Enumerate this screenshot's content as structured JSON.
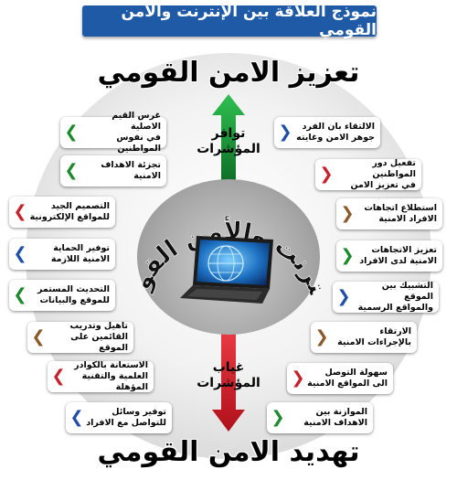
{
  "title": "نموذج العلاقة بين الإنترنت والأمن القومي",
  "top_heading": "تعزيز الامن القومي",
  "bottom_heading": "تهديد الامن القومي",
  "center_title": "الإنترنت والأمن القومي",
  "top_label": {
    "line1": "توافر",
    "line2": "المؤشرات"
  },
  "bottom_label": {
    "line1": "غياب",
    "line2": "المؤشرات"
  },
  "left_items": [
    {
      "line1": "غرس القيم الاصلية",
      "line2": "في نفوس المواطنين",
      "color": "#1a8a2a"
    },
    {
      "line1": "تجزئة الاهداف الامنية",
      "line2": "",
      "color": "#1a8a2a"
    },
    {
      "line1": "التصميم الجيد",
      "line2": "للمواقع الإلكترونية",
      "color": "#c8202a"
    },
    {
      "line1": "توفير الحماية",
      "line2": "الامنية اللازمة",
      "color": "#1f4fa8"
    },
    {
      "line1": "التحديث المستمر",
      "line2": "للموقع والبيانات",
      "color": "#1a8a2a"
    },
    {
      "line1": "تاهيل وتدريب",
      "line2": "القائمين على الموقع",
      "color": "#8a5a2a"
    },
    {
      "line1": "الاستعانة بالكوادر",
      "line2": "العلمية والتقنية المؤهلة",
      "color": "#c8202a"
    },
    {
      "line1": "توفير وسائل",
      "line2": "للتواصل مع الافراد",
      "color": "#1f4fa8"
    }
  ],
  "right_items": [
    {
      "line1": "الالتقاء بان الفرد",
      "line2": "جوهر الامن وغايته",
      "color": "#1f4fa8"
    },
    {
      "line1": "تفعيل دور المواطنين",
      "line2": "في تعزيز الامن",
      "color": "#c8202a"
    },
    {
      "line1": "استطلاع اتجاهات",
      "line2": "الافراد الامنية",
      "color": "#8a5a2a"
    },
    {
      "line1": "تعزيز الاتجاهات",
      "line2": "الامنية لدى الافراد",
      "color": "#1a8a2a"
    },
    {
      "line1": "التشبيك بين الموقع",
      "line2": "والمواقع الرسمية",
      "color": "#1f4fa8"
    },
    {
      "line1": "الارتقاء",
      "line2": "بالإجراءات الامنية",
      "color": "#8a5a2a"
    },
    {
      "line1": "سهولة التوصل",
      "line2": "الى المواقع الامنية",
      "color": "#c8202a"
    },
    {
      "line1": "الموازنة بين",
      "line2": "الاهداف الامنية",
      "color": "#1a8a2a"
    }
  ],
  "colors": {
    "title_bg": "#1f5aa6",
    "arrow_up": "#1a9a35",
    "arrow_down": "#d11f2a"
  }
}
